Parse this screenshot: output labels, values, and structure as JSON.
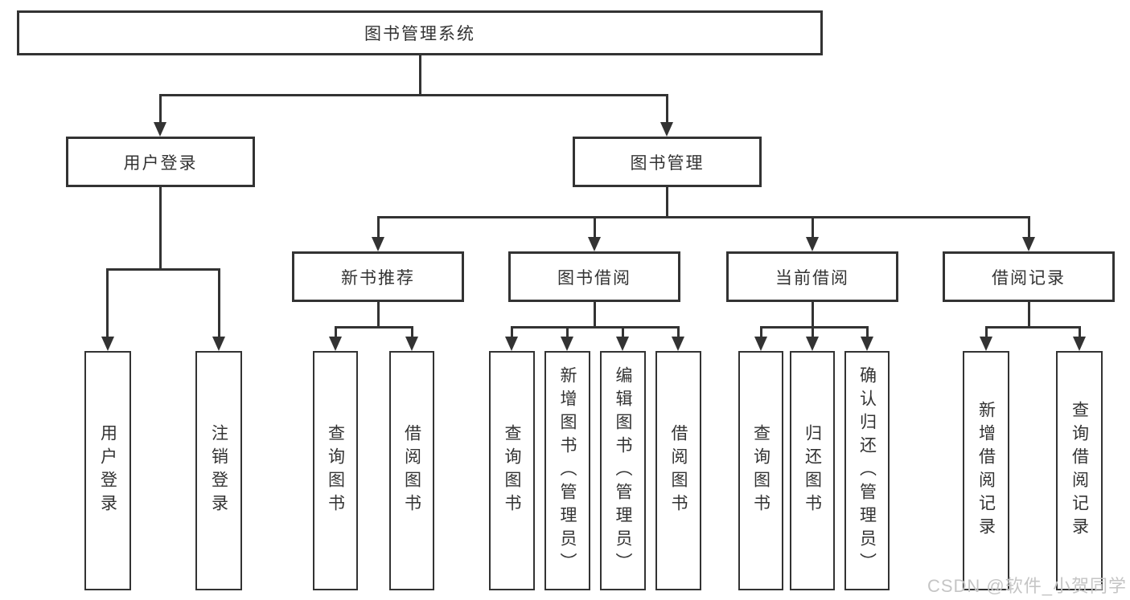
{
  "tree": {
    "label": "图书管理系统",
    "children": [
      {
        "label": "用户登录",
        "children": [
          {
            "label": "用户登录"
          },
          {
            "label": "注销登录"
          }
        ]
      },
      {
        "label": "图书管理",
        "children": [
          {
            "label": "新书推荐",
            "children": [
              {
                "label": "查询图书"
              },
              {
                "label": "借阅图书"
              }
            ]
          },
          {
            "label": "图书借阅",
            "children": [
              {
                "label": "查询图书"
              },
              {
                "label": "新增图书（管理员）"
              },
              {
                "label": "编辑图书（管理员）"
              },
              {
                "label": "借阅图书"
              }
            ]
          },
          {
            "label": "当前借阅",
            "children": [
              {
                "label": "查询图书"
              },
              {
                "label": "归还图书"
              },
              {
                "label": "确认归还（管理员）"
              }
            ]
          },
          {
            "label": "借阅记录",
            "children": [
              {
                "label": "新增借阅记录"
              },
              {
                "label": "查询借阅记录"
              }
            ]
          }
        ]
      }
    ]
  },
  "watermark": "CSDN @软件_小贺同学",
  "colors": {
    "line": "#333333",
    "text": "#333333",
    "box_background": "#ffffff",
    "page_background": "#ffffff",
    "watermark": "#c5c5c5"
  }
}
